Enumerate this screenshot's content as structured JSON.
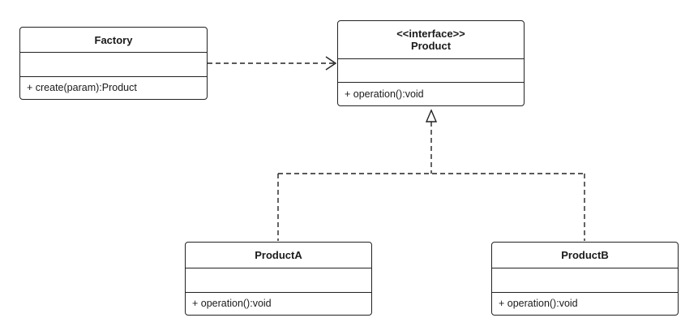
{
  "classes": {
    "factory": {
      "name": "Factory",
      "operation": "+ create(param):Product"
    },
    "product": {
      "stereotype": "<<interface>>",
      "name": "Product",
      "operation": "+ operation():void"
    },
    "producta": {
      "name": "ProductA",
      "operation": "+ operation():void"
    },
    "productb": {
      "name": "ProductB",
      "operation": "+ operation():void"
    }
  },
  "relationships": [
    {
      "type": "dependency",
      "from": "Factory",
      "to": "Product",
      "line": "dashed",
      "arrow": "open"
    },
    {
      "type": "realization",
      "from": "ProductA",
      "to": "Product",
      "line": "dashed",
      "arrow": "hollow-triangle"
    },
    {
      "type": "realization",
      "from": "ProductB",
      "to": "Product",
      "line": "dashed",
      "arrow": "hollow-triangle"
    }
  ],
  "colors": {
    "line": "#222222",
    "background": "#ffffff"
  }
}
